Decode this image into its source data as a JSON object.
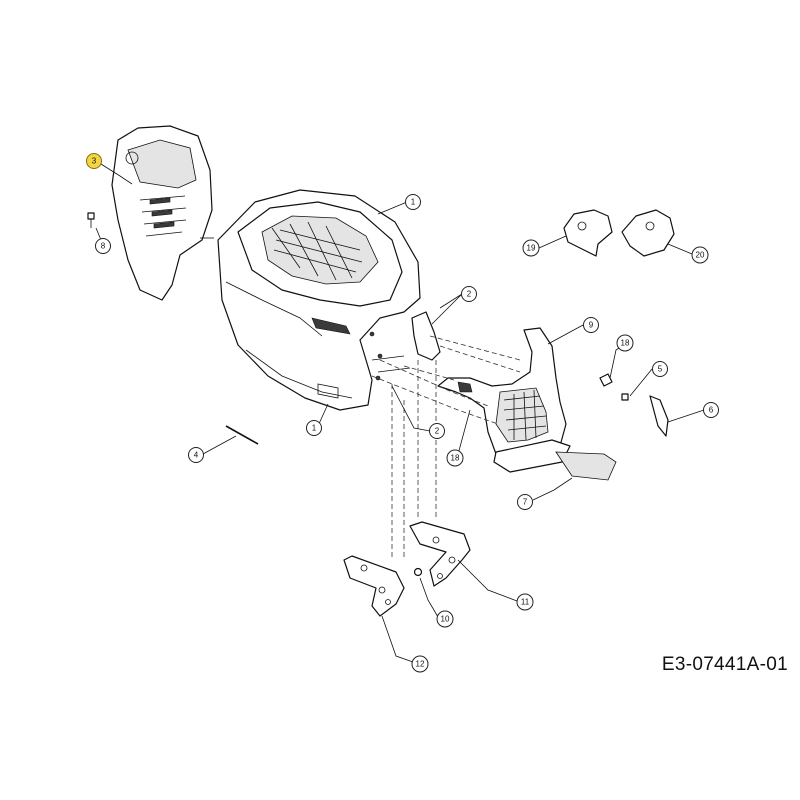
{
  "drawing_number": "E3-07441A-01",
  "callouts": [
    {
      "id": "c3",
      "label": "3",
      "highlighted": true
    },
    {
      "id": "c8",
      "label": "8"
    },
    {
      "id": "c1a",
      "label": "1"
    },
    {
      "id": "c19",
      "label": "19"
    },
    {
      "id": "c20",
      "label": "20"
    },
    {
      "id": "c2a",
      "label": "2"
    },
    {
      "id": "c9",
      "label": "9"
    },
    {
      "id": "c18a",
      "label": "18"
    },
    {
      "id": "c5",
      "label": "5"
    },
    {
      "id": "c6",
      "label": "6"
    },
    {
      "id": "c1b",
      "label": "1"
    },
    {
      "id": "c2b",
      "label": "2"
    },
    {
      "id": "c18b",
      "label": "18"
    },
    {
      "id": "c4",
      "label": "4"
    },
    {
      "id": "c7",
      "label": "7"
    },
    {
      "id": "c11",
      "label": "11"
    },
    {
      "id": "c10",
      "label": "10"
    },
    {
      "id": "c12",
      "label": "12"
    }
  ],
  "colors": {
    "highlight": "#f3d445",
    "line": "#111111"
  }
}
